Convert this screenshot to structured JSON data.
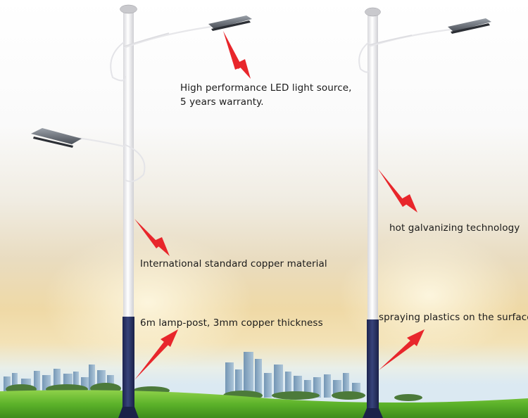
{
  "callouts": {
    "led": "High performance LED light source,",
    "warranty": "5 years warranty.",
    "galvanizing": "hot galvanizing technology",
    "copper": "International standard copper material",
    "lamppost": "6m lamp-post, 3mm copper thickness",
    "spraying": "spraying plastics on the surface"
  },
  "colors": {
    "arrow": "#e8262b",
    "pole_upper": "#f4f4f6",
    "pole_lower": "#2b3566",
    "grass": "#5fb22c"
  }
}
